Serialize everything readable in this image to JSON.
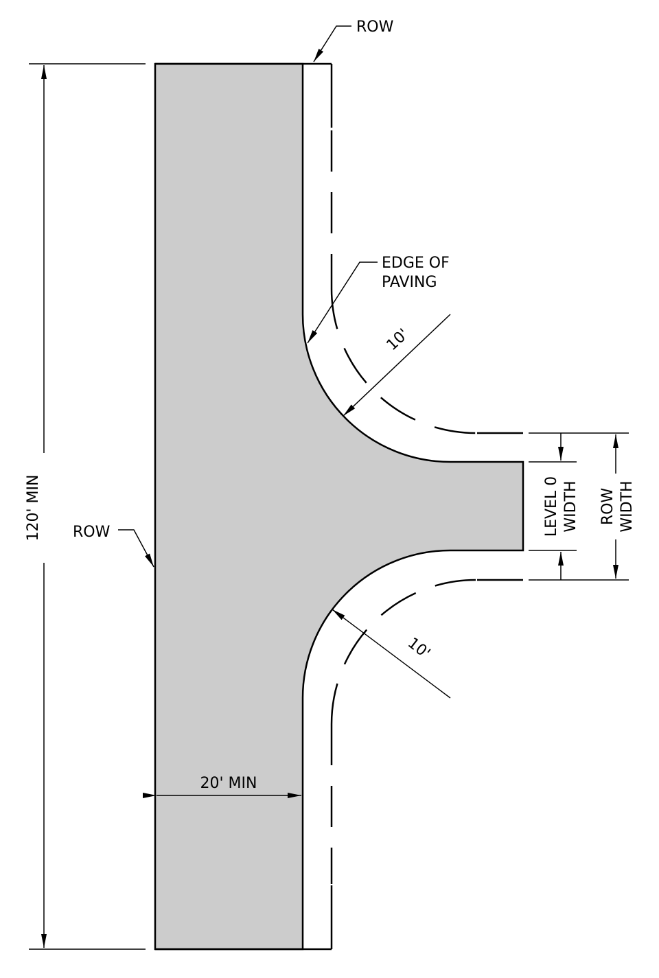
{
  "labels": {
    "row_top": "ROW",
    "row_left": "ROW",
    "edge_of_paving_line1": "EDGE OF",
    "edge_of_paving_line2": "PAVING",
    "radius_upper": "10'",
    "radius_lower": "10'",
    "length_min": "120' MIN",
    "width_min": "20' MIN",
    "level0_line1": "LEVEL 0",
    "level0_line2": "WIDTH",
    "row_width_line1": "ROW",
    "row_width_line2": "WIDTH"
  },
  "colors": {
    "paving_fill": "#cccccc",
    "line": "#000000",
    "background": "#ffffff"
  }
}
